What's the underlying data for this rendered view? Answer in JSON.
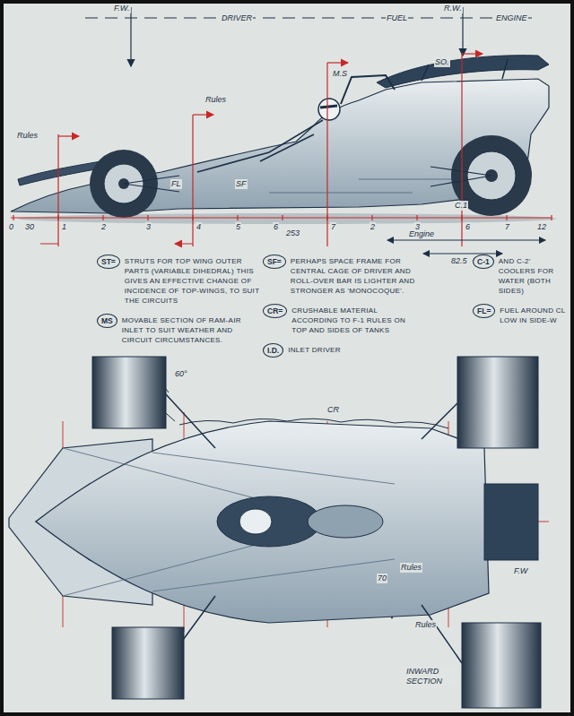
{
  "diagram": {
    "nodes": [
      {
        "text": [
          "ST=",
          "STRUTS FOR TOP WING OUTER PARTS (VARIABLE DIHEDRAL) THIS GIVES AN EFFECTIVE CHANGE OF INCIDENCE OF TOP-WINGS, TO SUIT THE CIRCUITS"
        ]
      },
      {
        "text": [
          "SF=",
          "PERHAPS SPACE FRAME FOR CENTRAL CAGE OF DRIVER AND ROLL-OVER BAR IS LIGHTER AND STRONGER AS 'MONOCOQUE'."
        ]
      },
      {
        "text": [
          "C-1",
          "AND C-2' COOLERS FOR WATER (BOTH SIDES)"
        ]
      },
      {
        "text": [
          "FL=",
          "FUEL AROUND CL LOW IN SIDE-W"
        ]
      },
      {
        "text": [
          "MS",
          "MOVABLE SECTION OF RAM-AIR INLET TO SUIT WEATHER AND CIRCUIT CIRCUMSTANCES."
        ]
      },
      {
        "text": [
          "CR=",
          "CRUSHABLE MATERIAL ACCORDING TO F-1 RULES ON TOP AND SIDES OF TANKS"
        ]
      },
      {
        "text": [
          "I.D.",
          "INLET DRIVER"
        ]
      }
    ],
    "labels": [
      "F.W.",
      "R.W.",
      "DRIVER",
      "FUEL",
      "ENGINE",
      "Rules",
      "Rules",
      "M.S",
      "SO.",
      "SF",
      "FL",
      "C.1",
      "0",
      "30",
      "1",
      "2",
      "3",
      "4",
      "5",
      "6",
      "253",
      "7",
      "2",
      "3",
      "6",
      "7",
      "12",
      "Engine",
      "82.5",
      "60°",
      "CR",
      "Rules",
      "F.W",
      "70",
      "Rules",
      "INWARD SECTION"
    ]
  }
}
